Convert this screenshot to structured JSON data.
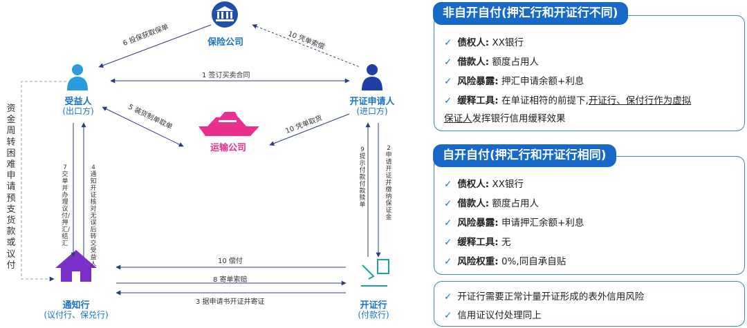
{
  "diagram": {
    "nodes": {
      "insurance": {
        "name": "保险公司"
      },
      "beneficiary": {
        "name": "受益人",
        "sub": "(出口方)"
      },
      "applicant": {
        "name": "开证申请人",
        "sub": "(进口方)"
      },
      "shipping": {
        "name": "运输公司"
      },
      "advising_bank": {
        "name": "通知行",
        "sub": "(议付行、保兑行)"
      },
      "issuing_bank": {
        "name": "开证行",
        "sub": "(付款行)"
      }
    },
    "edges": {
      "e6": "6 投保获取保单",
      "e10a": "10 凭单索偿",
      "e1": "1 签订买卖合同",
      "e5": "5 装货制单取单",
      "e10b": "10 凭单取货",
      "e7": "7交单并办理议付/押汇/结汇",
      "e4": "4通知开证核对无误后转交受益人",
      "e9": "9提示付款付款赎单",
      "e2": "2申请开证并缴纳保证金",
      "e10c": "10 偿付",
      "e8": "8 寄单索赔",
      "e3": "3 据申请书开证并寄证",
      "side": "资金周转困难申请预支货款或议付"
    }
  },
  "panels": [
    {
      "title": "非自开自付(押汇行和开证行不同)",
      "rows": [
        {
          "key": "债权人:",
          "value": "XX银行"
        },
        {
          "key": "借款人:",
          "value": "额度占用人"
        },
        {
          "key": "风险暴露:",
          "value": "押汇申请余额+利息"
        },
        {
          "key": "缓释工具:",
          "value_pre": "在单证相符的前提下,",
          "value_ul1": "开证行、保付行作为虚拟",
          "value_ul2": "保证人",
          "value_post": "发挥银行信用缓释效果"
        }
      ]
    },
    {
      "title": "自开自付(押汇行和开证行相同)",
      "rows": [
        {
          "key": "债权人:",
          "value": "XX银行"
        },
        {
          "key": "借款人:",
          "value": "额度占用人"
        },
        {
          "key": "风险暴露:",
          "value": "申请押汇余额+利息"
        },
        {
          "key": "缓释工具:",
          "value": "无"
        },
        {
          "key": "风险权重:",
          "value": "0%,同自承自贴"
        }
      ]
    },
    {
      "rows": [
        {
          "value": "开证行需要正常计量开证形成的表外信用风险"
        },
        {
          "value": "信用证议付处理同上"
        }
      ]
    }
  ],
  "colors": {
    "blue": "#1a73c9",
    "title_bg": "#1769c9",
    "pink": "#e8308c",
    "purple": "#7b2fc9",
    "teal": "#1aa39a"
  }
}
